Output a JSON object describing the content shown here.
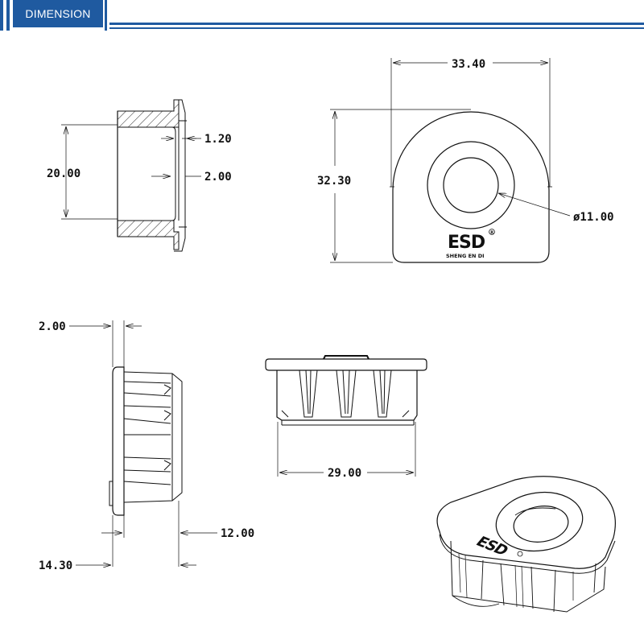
{
  "header": {
    "title": "DIMENSION",
    "accent_color": "#1f5aa0"
  },
  "dimensions": {
    "top_width": "33.40",
    "top_height": "32.30",
    "hole_diameter": "ø11.00",
    "side_body_height": "20.00",
    "side_wall": "1.20",
    "side_rib": "2.00",
    "flange_thickness": "2.00",
    "insert_depth": "12.00",
    "total_depth": "14.30",
    "front_width": "29.00"
  },
  "logo": {
    "mark": "ESD",
    "subtitle": "SHENG EN DI",
    "registered": "R"
  }
}
